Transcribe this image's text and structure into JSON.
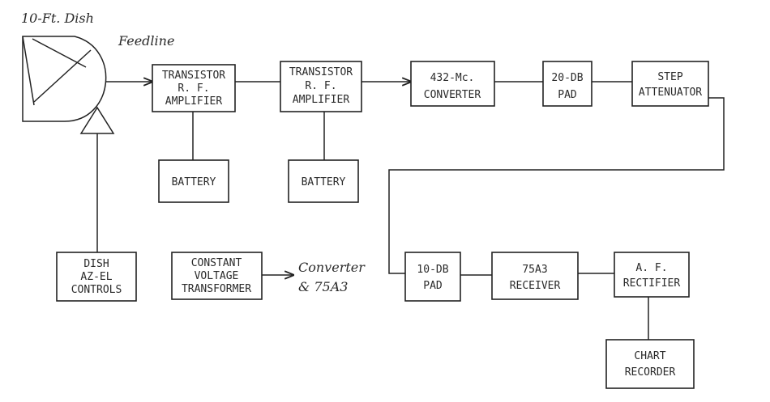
{
  "labels": {
    "dish": "10-Ft. Dish",
    "feedline": "Feedline",
    "converter_note_1": "Converter",
    "converter_note_2": "& 75A3"
  },
  "blocks": {
    "rf_amp_1": [
      "TRANSISTOR",
      "R. F.",
      "AMPLIFIER"
    ],
    "rf_amp_2": [
      "TRANSISTOR",
      "R. F.",
      "AMPLIFIER"
    ],
    "converter": [
      "432-Mc.",
      "CONVERTER"
    ],
    "pad_20db": [
      "20-DB",
      "PAD"
    ],
    "step_attenuator": [
      "STEP",
      "ATTENUATOR"
    ],
    "battery_1": [
      "BATTERY"
    ],
    "battery_2": [
      "BATTERY"
    ],
    "dish_controls": [
      "DISH",
      "AZ-EL",
      "CONTROLS"
    ],
    "cv_transformer": [
      "CONSTANT",
      "VOLTAGE",
      "TRANSFORMER"
    ],
    "pad_10db": [
      "10-DB",
      "PAD"
    ],
    "receiver": [
      "75A3",
      "RECEIVER"
    ],
    "af_rectifier": [
      "A. F.",
      "RECTIFIER"
    ],
    "chart_recorder": [
      "CHART",
      "RECORDER"
    ]
  }
}
